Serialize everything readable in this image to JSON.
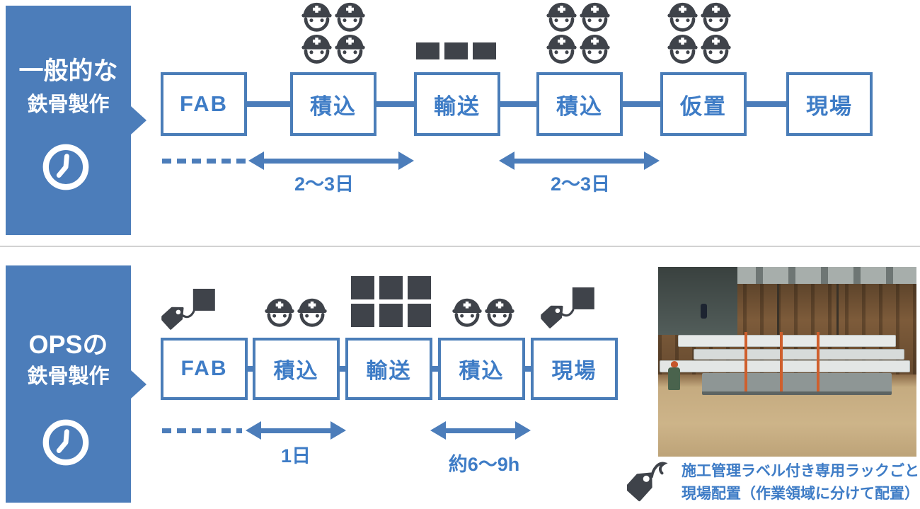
{
  "colors": {
    "primary_blue": "#4C7DBA",
    "box_border_blue": "#4A7DB8",
    "text_blue": "#3E7CC6",
    "icon_dark": "#3F434A",
    "divider_gray": "#D2D2D2"
  },
  "top_flow": {
    "panel": {
      "title_line1": "一般的な",
      "title_line2": "鉄骨製作",
      "icon": "clock-icon"
    },
    "steps": [
      {
        "label": "FAB",
        "icon_above": null
      },
      {
        "label": "積込",
        "icon_above": "workers-x4"
      },
      {
        "label": "輸送",
        "icon_above": "cargo-squares-x3"
      },
      {
        "label": "積込",
        "icon_above": "workers-x4"
      },
      {
        "label": "仮置",
        "icon_above": "workers-x4"
      },
      {
        "label": "現場",
        "icon_above": null
      }
    ],
    "durations": [
      "2～3日",
      "2～3日"
    ]
  },
  "bottom_flow": {
    "panel": {
      "title_line1": "OPSの",
      "title_line2": "鉄骨製作",
      "icon": "clock-icon"
    },
    "steps": [
      {
        "label": "FAB",
        "icon_above": "tag-with-square"
      },
      {
        "label": "積込",
        "icon_above": "workers-x2"
      },
      {
        "label": "輸送",
        "icon_above": "cargo-squares-x6"
      },
      {
        "label": "積込",
        "icon_above": "workers-x2"
      },
      {
        "label": "現場",
        "icon_above": "tag-with-square"
      }
    ],
    "durations": [
      "1日",
      "約6～9h"
    ],
    "caption": {
      "icon": "tag-icon",
      "line1": "施工管理ラベル付き専用ラックごと",
      "line2": "現場配置（作業領域に分けて配置）"
    }
  }
}
